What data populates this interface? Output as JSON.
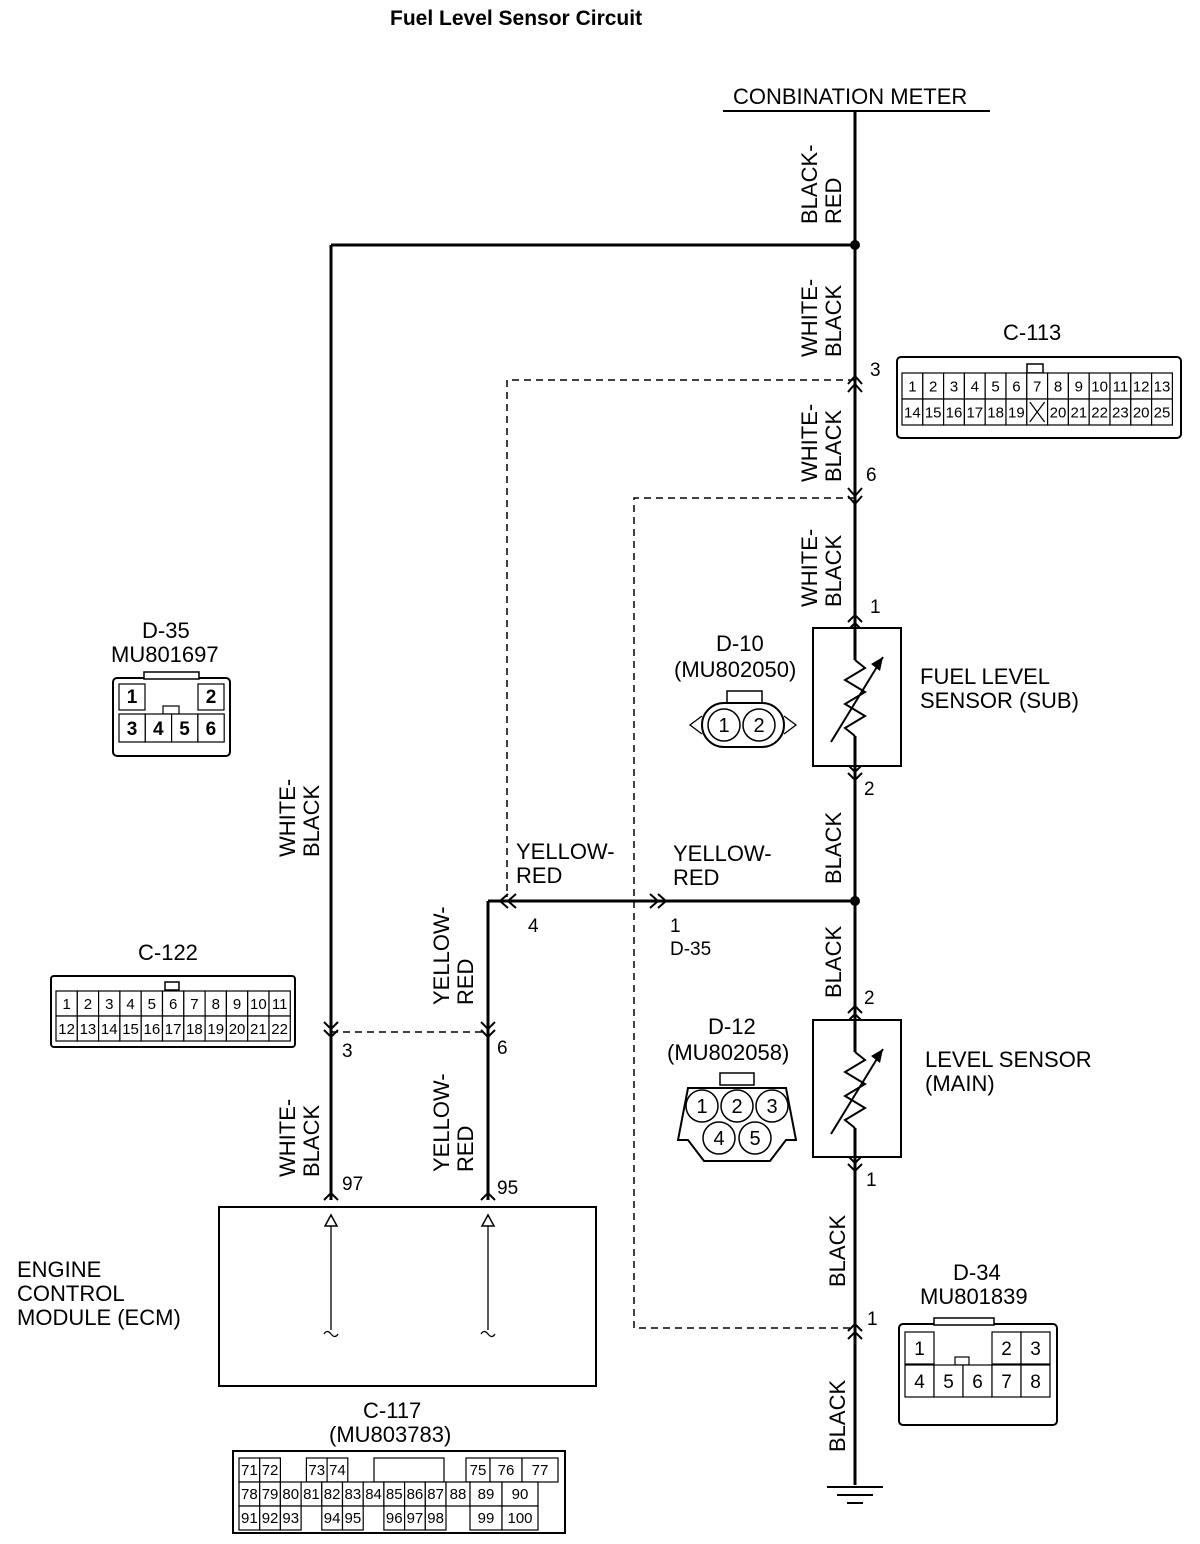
{
  "title": "Fuel Level Sensor Circuit",
  "meter": {
    "label": "CONBINATION METER"
  },
  "wire_colors": {
    "black_red": [
      "BLACK-",
      "RED"
    ],
    "white_black": [
      "WHITE-",
      "BLACK"
    ],
    "black": "BLACK",
    "yellow_red": [
      "YELLOW-",
      "RED"
    ]
  },
  "pins": {
    "c113_3": "3",
    "c113_6": "6",
    "d10_1": "1",
    "d10_2": "2",
    "d35_4": "4",
    "d35_1": "1",
    "d35_label": "D-35",
    "d12_2": "2",
    "d12_1": "1",
    "c122_3": "3",
    "c122_6": "6",
    "ecm_97": "97",
    "ecm_95": "95",
    "d34_1": "1"
  },
  "components": {
    "fuel_level_sensor_sub": [
      "FUEL LEVEL",
      "SENSOR (SUB)"
    ],
    "level_sensor_main": [
      "LEVEL SENSOR",
      "(MAIN)"
    ],
    "ecm": [
      "ENGINE",
      "CONTROL",
      "MODULE (ECM)"
    ]
  },
  "connectors": {
    "c113": {
      "id": "C-113",
      "row1": [
        "1",
        "2",
        "3",
        "4",
        "5",
        "6",
        "7",
        "8",
        "9",
        "10",
        "11",
        "12",
        "13"
      ],
      "row2": [
        "14",
        "15",
        "16",
        "17",
        "18",
        "19",
        "",
        "20",
        "21",
        "22",
        "23",
        "20",
        "25"
      ]
    },
    "d35": {
      "id": "D-35",
      "part": "MU801697",
      "row1": [
        "1",
        "2"
      ],
      "row2": [
        "3",
        "4",
        "5",
        "6"
      ]
    },
    "d10": {
      "id": "D-10",
      "part": "(MU802050)",
      "pins": [
        "1",
        "2"
      ]
    },
    "c122": {
      "id": "C-122",
      "row1": [
        "1",
        "2",
        "3",
        "4",
        "5",
        "6",
        "7",
        "8",
        "9",
        "10",
        "11"
      ],
      "row2": [
        "12",
        "13",
        "14",
        "15",
        "16",
        "17",
        "18",
        "19",
        "20",
        "21",
        "22"
      ]
    },
    "d12": {
      "id": "D-12",
      "part": "(MU802058)",
      "row1": [
        "1",
        "2",
        "3"
      ],
      "row2": [
        "4",
        "5"
      ]
    },
    "d34": {
      "id": "D-34",
      "part": "MU801839",
      "row1": [
        "1",
        "2",
        "3"
      ],
      "row2": [
        "4",
        "5",
        "6",
        "7",
        "8"
      ]
    },
    "c117": {
      "id": "C-117",
      "part": "(MU803783)",
      "row1": [
        "71",
        "72",
        "",
        "73",
        "74",
        "",
        "",
        "",
        "",
        "75",
        "76",
        "77"
      ],
      "row2": [
        "78",
        "79",
        "80",
        "81",
        "82",
        "83",
        "84",
        "85",
        "86",
        "87",
        "88",
        "89",
        "90"
      ],
      "row3": [
        "91",
        "92",
        "93",
        "",
        "94",
        "95",
        "",
        "96",
        "97",
        "98",
        "",
        "99",
        "100"
      ]
    }
  }
}
